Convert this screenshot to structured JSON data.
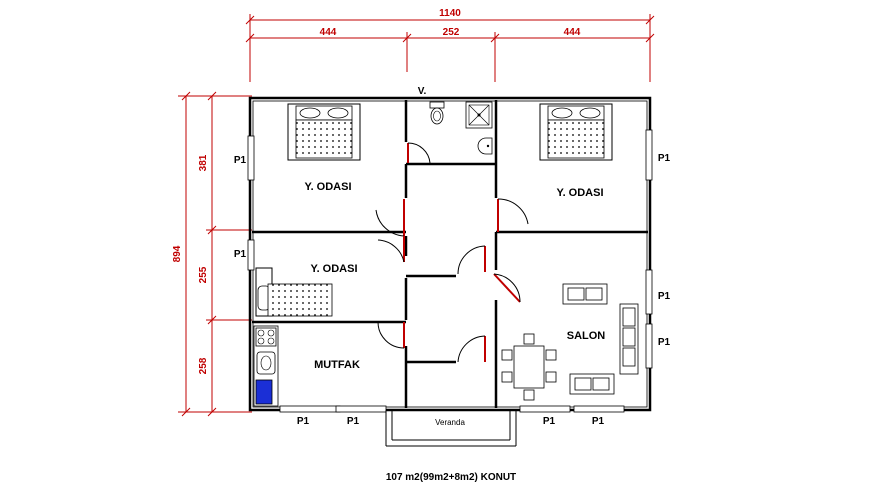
{
  "dimensions": {
    "total_width": "1140",
    "segments_top": [
      "444",
      "252",
      "444"
    ],
    "total_height": "894",
    "segments_left": [
      "381",
      "255",
      "258"
    ]
  },
  "rooms": {
    "bedroom_top_left": "Y. ODASI",
    "bedroom_top_right": "Y. ODASI",
    "bedroom_middle_left": "Y. ODASI",
    "kitchen": "MUTFAK",
    "living_room": "SALON",
    "wc": "V.",
    "veranda": "Veranda"
  },
  "windows": {
    "left_upper": "P1",
    "left_middle": "P1",
    "right_upper": "P1",
    "right_middle": "P1",
    "right_lower": "P1",
    "bottom_1": "P1",
    "bottom_2": "P1",
    "bottom_3": "P1",
    "bottom_4": "P1"
  },
  "caption": "107 m2(99m2+8m2) KONUT",
  "colors": {
    "dimension_lines": "#c00000",
    "walls": "#000000",
    "doors": "#c00000",
    "fridge": "#1b2fd6"
  }
}
